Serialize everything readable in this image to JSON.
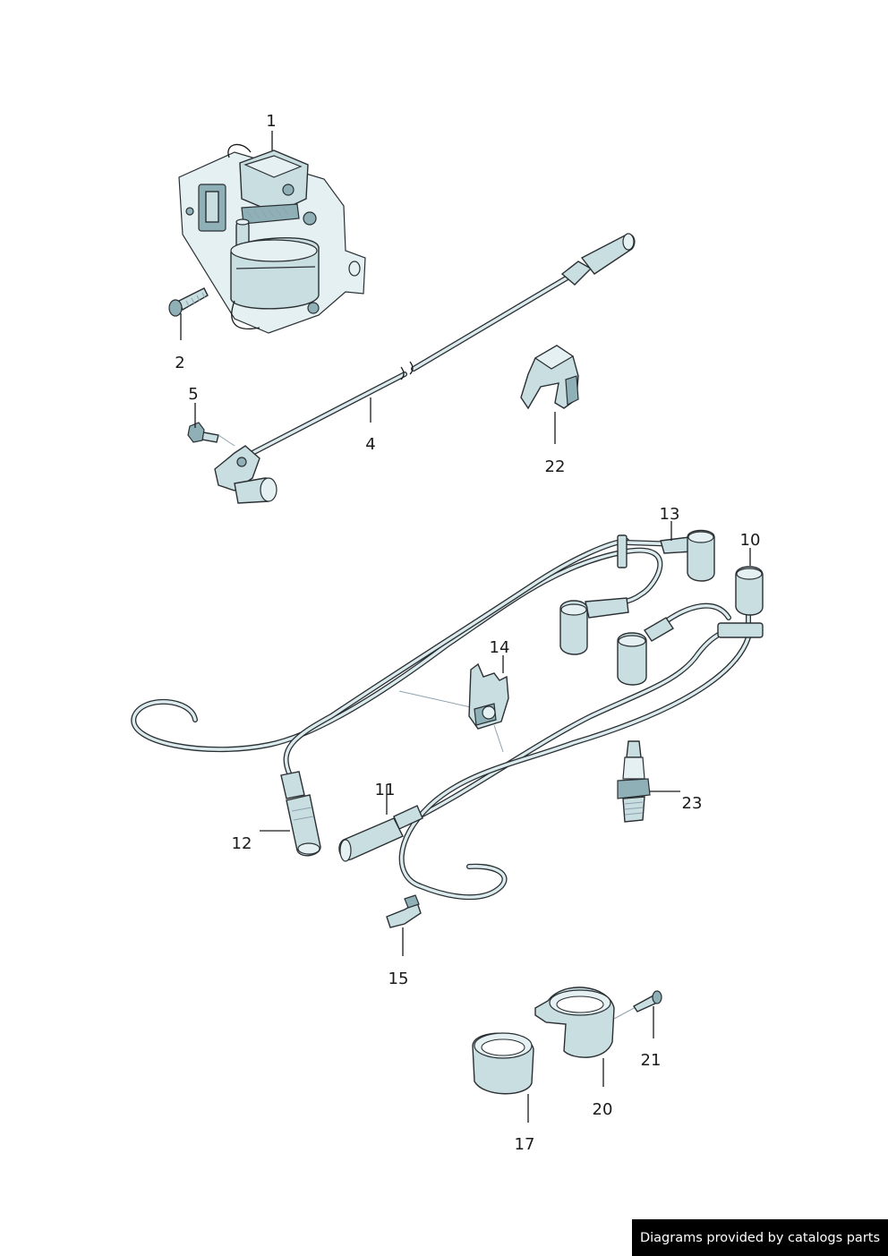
{
  "callouts": {
    "c1": "1",
    "c2": "2",
    "c4": "4",
    "c5": "5",
    "c10": "10",
    "c11": "11",
    "c12": "12",
    "c13": "13",
    "c14": "14",
    "c15": "15",
    "c17": "17",
    "c20": "20",
    "c21": "21",
    "c22": "22",
    "c23": "23"
  },
  "credit": "Diagrams provided by catalogs parts",
  "colors": {
    "part_fill": "#c9dee0",
    "part_outline": "#2a2f33",
    "banner_bg": "#000000",
    "banner_text": "#ffffff"
  }
}
